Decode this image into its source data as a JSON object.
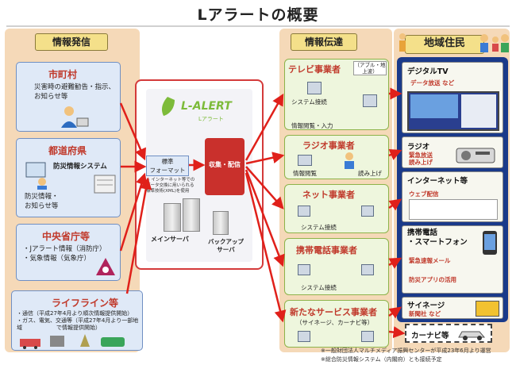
{
  "title": "Lアラートの概要",
  "headers": {
    "left": "情報発信",
    "middle": "情報伝達",
    "right": "地域住民"
  },
  "sources": [
    {
      "title": "市町村",
      "lines": [
        "災害時の避難勧告・指示、",
        "お知らせ等"
      ]
    },
    {
      "title": "都道府県",
      "system": "防災情報システム",
      "lines": [
        "防災情報・",
        "お知らせ等"
      ]
    },
    {
      "title": "中央省庁等",
      "lines": [
        "・Jアラート情報（消防庁）",
        "・気象情報（気象庁）"
      ]
    },
    {
      "title": "ライフライン等",
      "lines": [
        "・通信（平成27年4月より順次情報提供開始）",
        "・ガス、電気、交通等（平成27年4月より一部地域",
        "で情報提供開始）"
      ]
    }
  ],
  "center": {
    "logo": "L-ALERT",
    "logo_sub": "Lアラート",
    "format_label": "標準\nフォーマット",
    "format_note": "※ インターネット等での\n データ交換に用いられる\n 標準技術(XML)を使用",
    "collect_label": "収集・配信",
    "main_server": "メインサーバ",
    "backup_server": "バックアップ\nサーバ"
  },
  "distributors": [
    {
      "title": "テレビ事業者",
      "badge": "（アブル・地上波）",
      "notes": [
        "システム接続",
        "情報閲覧・入力"
      ]
    },
    {
      "title": "ラジオ事業者",
      "notes": [
        "情報閲覧",
        "読み上げ"
      ]
    },
    {
      "title": "ネット事業者",
      "notes": [
        "システム接続"
      ]
    },
    {
      "title": "携帯電話事業者",
      "notes": [
        "システム接続"
      ]
    },
    {
      "title": "新たなサービス事業者",
      "sub": "（サイネージ、カーナビ等）",
      "notes": []
    }
  ],
  "residents": [
    {
      "title": "デジタルTV",
      "note": "データ放送 など"
    },
    {
      "title": "ラジオ",
      "note": "緊急放送\n読み上げ"
    },
    {
      "title": "インターネット等",
      "note": "ウェブ配信"
    },
    {
      "title": "携帯電話\n・スマートフォン",
      "note": "緊急速報メール\n防災アプリの活用"
    },
    {
      "title": "サイネージ",
      "note": "新聞社 など"
    },
    {
      "title": "カーナビ等",
      "note": ""
    }
  ],
  "footnotes": [
    "※一般財団法人マルチメディア振興センターが平成23年6月より運営",
    "※総合防災情報システム（内閣府）とも接続予定"
  ]
}
